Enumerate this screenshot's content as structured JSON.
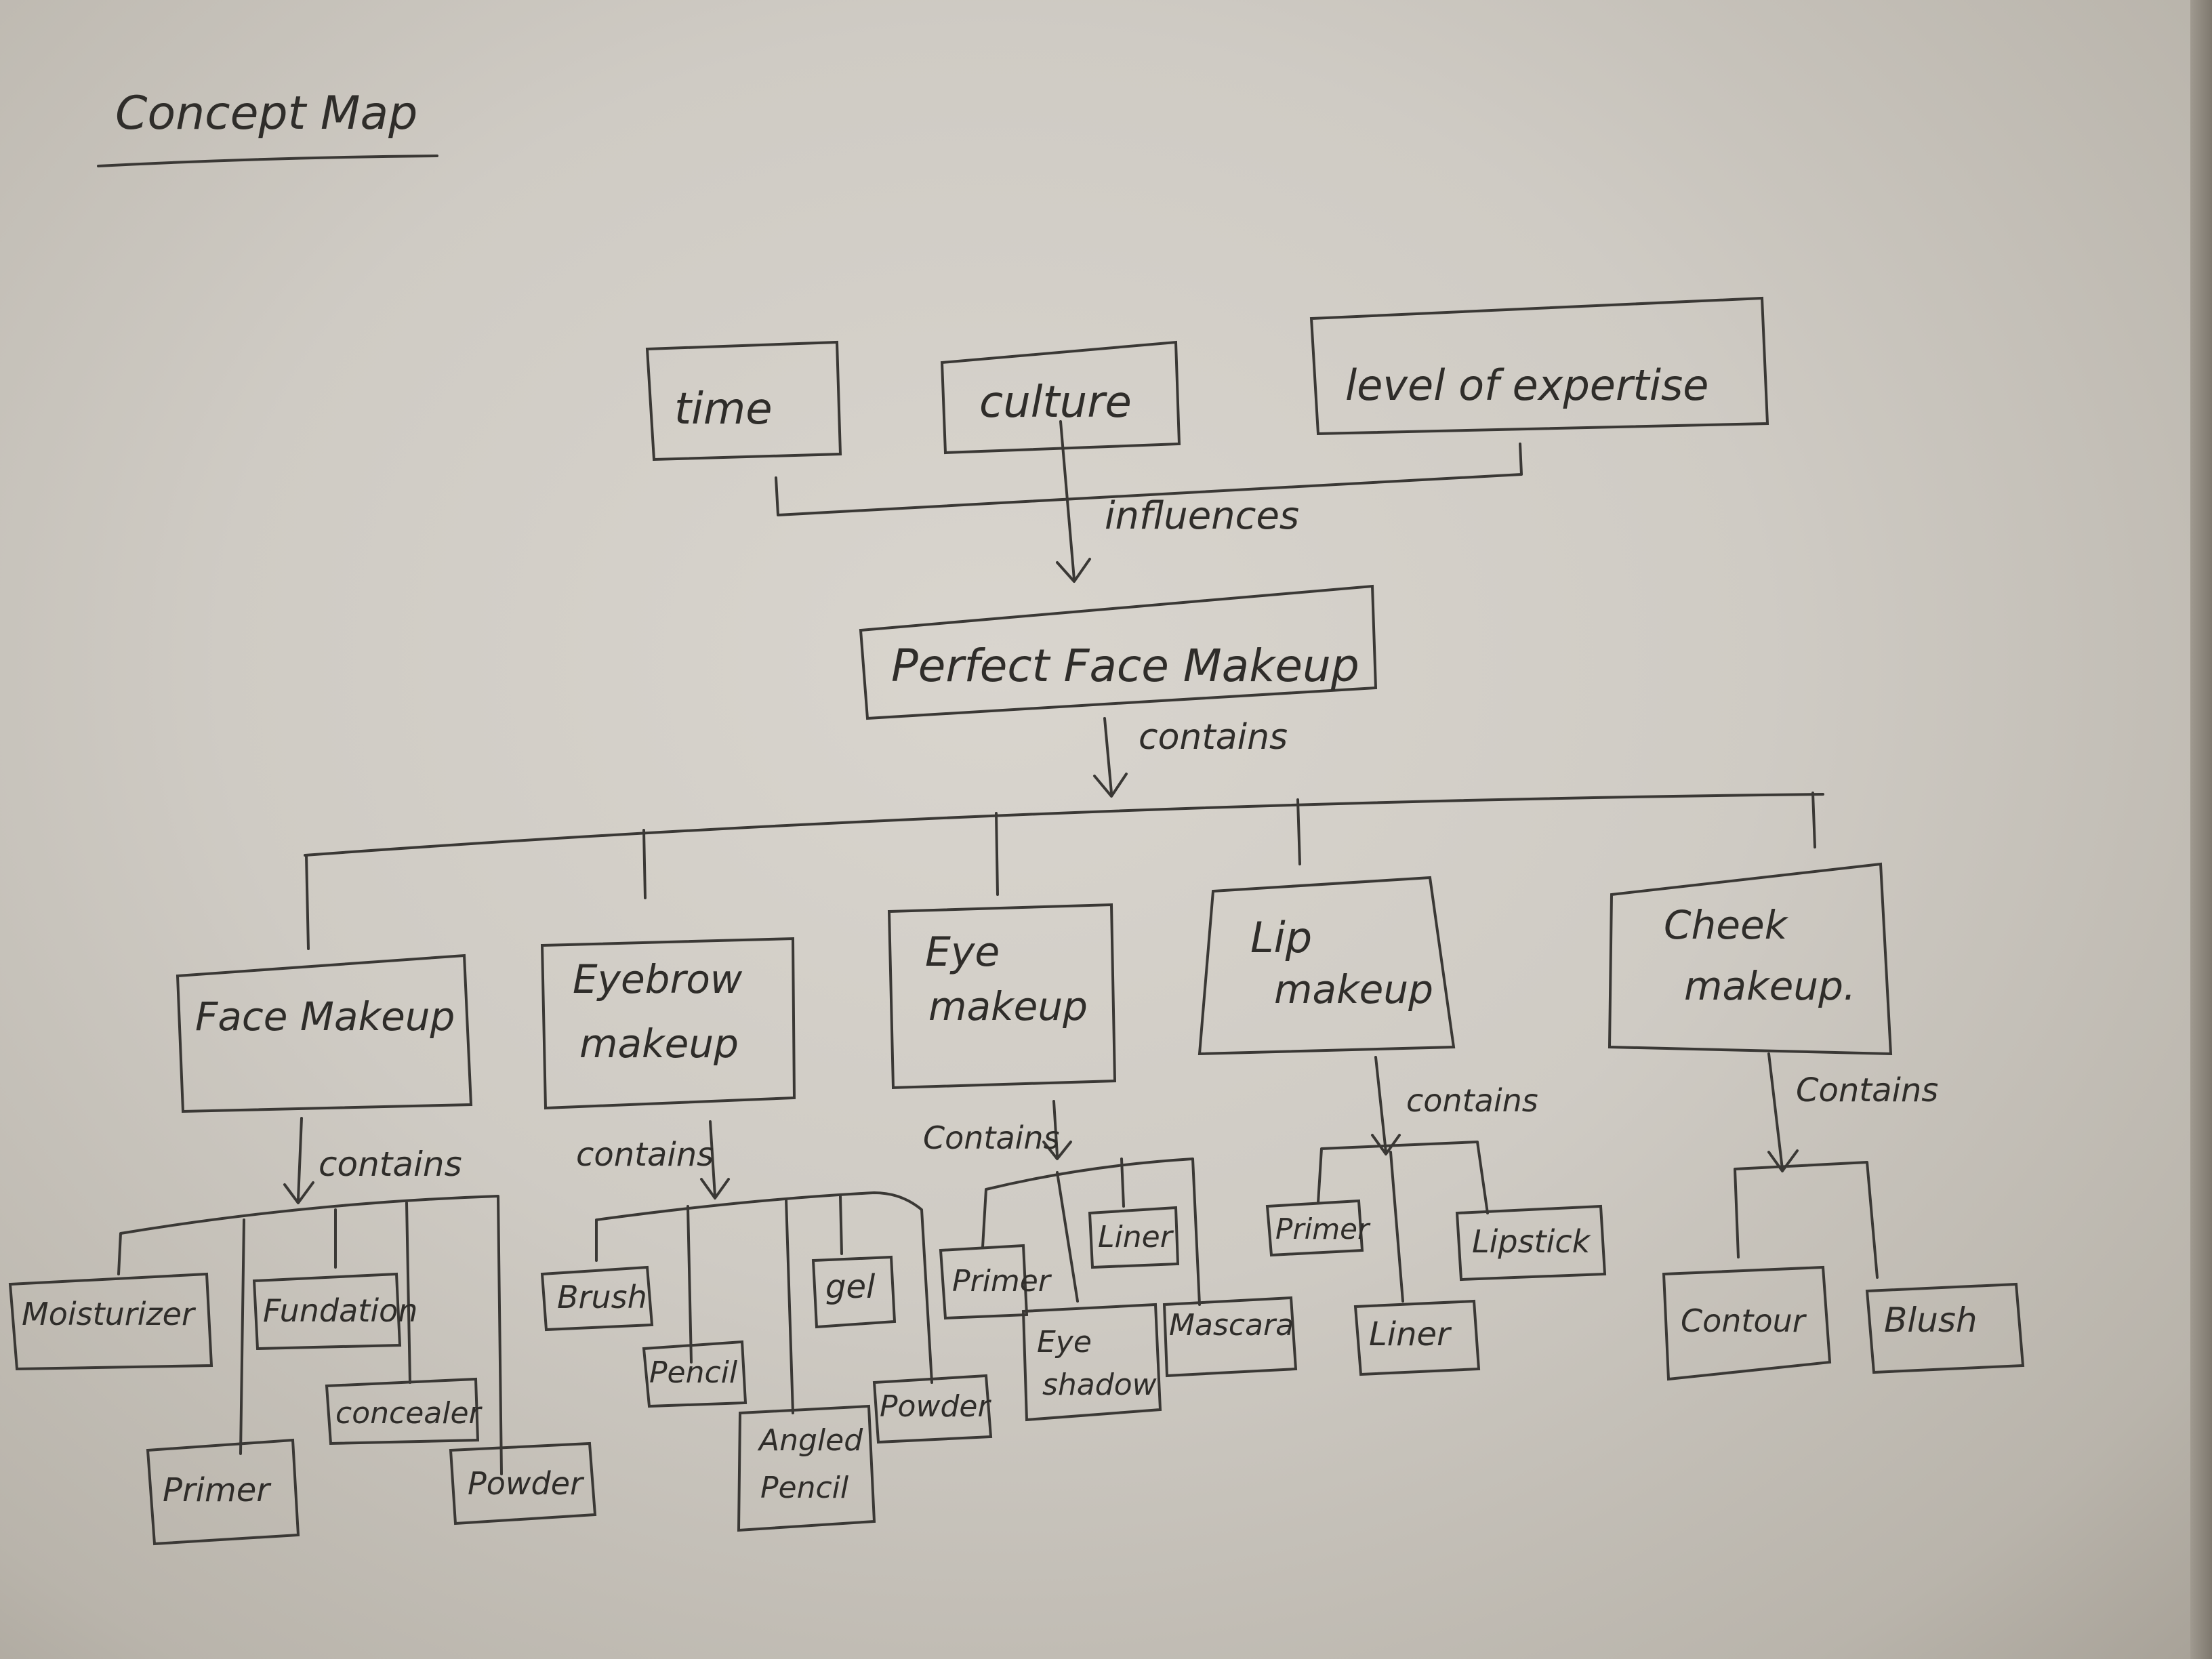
{
  "title": "Concept Map",
  "influencers": [
    "time",
    "culture",
    "level of expertise"
  ],
  "relation_influences": "influences",
  "root": "Perfect Face Makeup",
  "relation_contains": "contains",
  "relation_contains_alt": "Contains",
  "categories": {
    "face": {
      "label_line1": "Face Makeup",
      "items": [
        "Moisturizer",
        "Fundation",
        "Primer",
        "concealer",
        "Powder"
      ]
    },
    "eyebrow": {
      "label_line1": "Eyebrow",
      "label_line2": "makeup",
      "items": [
        "Brush",
        "Pencil",
        "gel",
        "Angled",
        "Pencil",
        "Powder"
      ]
    },
    "eye": {
      "label_line1": "Eye",
      "label_line2": "makeup",
      "items": [
        "Primer",
        "Liner",
        "Eye",
        "shadow",
        "Mascara"
      ]
    },
    "lip": {
      "label_line1": "Lip",
      "label_line2": "makeup",
      "items": [
        "Primer",
        "Lipstick",
        "Liner"
      ]
    },
    "cheek": {
      "label_line1": "Cheek",
      "label_line2": "makeup.",
      "items": [
        "Contour",
        "Blush"
      ]
    }
  }
}
